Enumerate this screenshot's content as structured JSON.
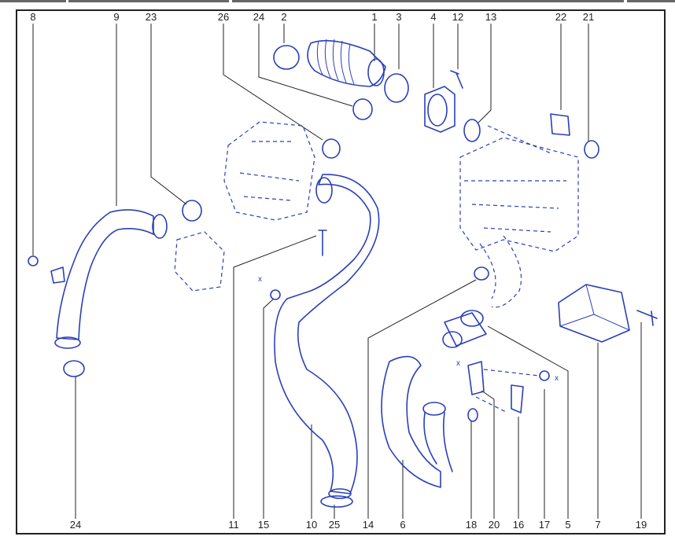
{
  "diagram": {
    "top_labels": [
      "8",
      "9",
      "23",
      "26",
      "24",
      "2",
      "1",
      "3",
      "4",
      "12",
      "13",
      "22",
      "21"
    ],
    "bottom_labels": [
      "24",
      "11",
      "15",
      "10",
      "25",
      "14",
      "6",
      "18",
      "20",
      "16",
      "17",
      "5",
      "7",
      "19"
    ],
    "line_color": "#2b3fb8",
    "marks": [
      "x",
      "x",
      "x"
    ]
  }
}
